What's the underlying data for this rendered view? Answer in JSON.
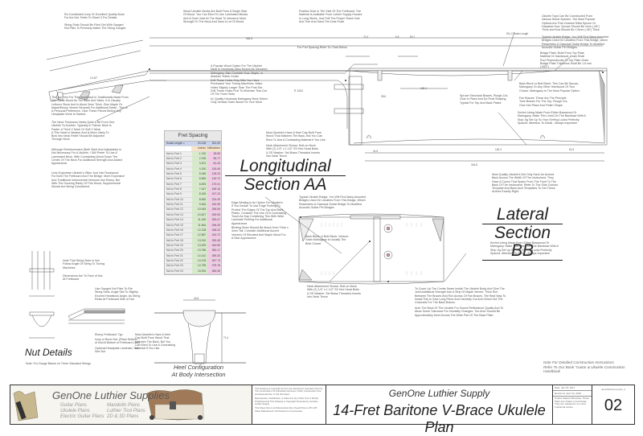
{
  "sections": {
    "longitudinal": {
      "line1": "Longitudinal",
      "line2": "Section AA"
    },
    "lateral": {
      "line1": "Lateral",
      "line2": "Section BB"
    },
    "nut": {
      "title": "Nut Details",
      "note": "Note: For Gauge Based on Three Standard Strings"
    },
    "heel": {
      "line1": "Heel Configuration",
      "line2": "At Body Intersection"
    }
  },
  "fret_table": {
    "title": "Fret Spacing",
    "scale_label": "Scale Length =",
    "scale_in": "20.125",
    "scale_mm": "511.20",
    "units_in": "Inches",
    "units_mm": "Millimeters",
    "rows": [
      {
        "label": "Nut to Fret 1",
        "in": "1.130",
        "mm": "28.69"
      },
      {
        "label": "Nut to Fret 2",
        "in": "2.196",
        "mm": "55.77"
      },
      {
        "label": "Nut to Fret 3",
        "in": "3.201",
        "mm": "81.33"
      },
      {
        "label": "Nut to Fret 4",
        "in": "4.150",
        "mm": "105.45"
      },
      {
        "label": "Nut to Fret 5",
        "in": "5.048",
        "mm": "128.23"
      },
      {
        "label": "Nut to Fret 6",
        "in": "5.890",
        "mm": "149.72"
      },
      {
        "label": "Nut to Fret 7",
        "in": "6.693",
        "mm": "170.01"
      },
      {
        "label": "Nut to Fret 8",
        "in": "7.447",
        "mm": "189.16"
      },
      {
        "label": "Nut to Fret 9",
        "in": "8.159",
        "mm": "207.23"
      },
      {
        "label": "Nut to Fret 10",
        "in": "8.830",
        "mm": "224.29"
      },
      {
        "label": "Nut to Fret 11",
        "in": "9.464",
        "mm": "240.39"
      },
      {
        "label": "Nut to Fret 12",
        "in": "10.063",
        "mm": "255.59"
      },
      {
        "label": "Nut to Fret 13",
        "in": "10.627",
        "mm": "269.93"
      },
      {
        "label": "Nut to Fret 14",
        "in": "11.160",
        "mm": "283.47"
      },
      {
        "label": "Nut to Fret 15",
        "in": "11.664",
        "mm": "296.25"
      },
      {
        "label": "Nut to Fret 16",
        "in": "12.138",
        "mm": "308.32"
      },
      {
        "label": "Nut to Fret 17",
        "in": "12.587",
        "mm": "319.72"
      },
      {
        "label": "Nut to Fret 18",
        "in": "13.010",
        "mm": "330.45"
      },
      {
        "label": "Nut to Fret 19",
        "in": "13.409",
        "mm": "340.59"
      },
      {
        "label": "Nut to Fret 20",
        "in": "13.786",
        "mm": "350.17"
      },
      {
        "label": "Nut to Fret 21",
        "in": "14.142",
        "mm": "359.20"
      },
      {
        "label": "Nut to Fret 22",
        "in": "14.478",
        "mm": "367.73"
      },
      {
        "label": "Nut to Fret 23",
        "in": "14.795",
        "mm": "375.78"
      },
      {
        "label": "Nut to Fret 24",
        "in": "15.094",
        "mm": "383.39"
      }
    ]
  },
  "notes": {
    "nut_bone": "Re-Constituted Ivory Or Excellent Quality Bone\nFor the Nut. Refer To Sheet 3 For Details",
    "string_slots": "String Slots Should Be Filed Out With Gauged\nNut Files To Precisely Match The String Gauges",
    "wood_neck": "Wood Ukulele Necks Are Built From A Single Slab\nOf Wood. You Can Elect To Use Laminated Blocks\nAnd A Scarf Joint At The Head To Introduce More\nStrength To The Neck And Save A Lot Of Wood",
    "position_dots": "Position Dots In The Side Of The Fretboard. The\nMaterial Is Available From Luthier Supply Houses\nIn Long Sticks. Just Drill The Proper Sized Hole\nAnd Trim And Sand The Dots Flush",
    "fret_chart": "For Fret Spacing Refer To Chart Below",
    "top_species": "Ukulele Tops Can Be Constructed From\nVarious Wood Species. The Most Popular\nOptions Are Fine-Grained Sitka Spruce Or\nHawaiian Koa. Spruce Should Be 2mm (.08\")\nThick and Koa Should Be 1.5mm (.06\") Thick",
    "bridge": "Typical Ukulele Bridge. You Will Find Many Assorted\nBridges Used On Ukuleles From This Bridge, which\nResembles A Classical Guitar Bridge To Modified\nAcoustic Guitar Pin Bridges.",
    "bridge_plate": "Bridge Plate: Build From Top Plate\nMaterial Or Hardwood. Grain Shall\nRun Perpendicular To Top Plate Grain.\nBridge Plate Thickness Shall Be 1.6 mm\n(.063\")",
    "back_block": "Back Block or Butt Block: This Can Be Spruce,\nMahogany Or Any Other Hardwood Of Your\nChoice. Mahogany Is The Most Popular Option.",
    "fan_braces": "Fan Braces: These Are The Principle\nTone Braces For The Top. Rough Cut,\nGlue Into Place And Finish Shape.",
    "kerfed_lining": "Kerfed Lining Made From Either Basswood Or\nMahogany. Make This Lined On The Bandsaw With A\nStop Jig Set Up So Your Kerfing Looks Perfectly\nSpaced. Attention To Detail - Always Important",
    "sprucie": "Spruce Structural Braces, Rough-Cut,\nGlue In Place And Do Final Shaping.\nTypical For Top And Back Plates",
    "mahogany_neck": "A Popular Wood Option For The Ukulele\nNeck Is Honduras (Also Known As Genuine)\nMahogany. Also Consider Koa, Maple, or\nAlaskan Yellow Cedar",
    "drill_holes": "Drill These Holes Only After You Have\nPurchased Your Tuning Machines. Make\nHoles Slightly Larger Than The Post Dia.\nDrill These Holes First To Minimize Tear-Out\nOf The Tuner Slots",
    "quality_wood": "#1 Quality Honduras Mahogany Neck Select\nOnly Vertical Grain Wood For Your Neck",
    "heel_cap": "Most Ukulele's Have A Heel Cap Built From\nWood That Matches The Back, But You Can\nElect To Use A Contrasting Material If You Like",
    "neck_attach": "Neck Attachment Shown: Bolt-on Neck\nWith (2) 1/4\" x 1-1/2\" SS Hex Head Bolts\n& SS Washer. Set Brass Threaded Inserts\nInto Neck Tenon",
    "head_trim": "The Top Trim For The Headstock Is Traditionally Made From\nThe Same Wood As The Back And Sides. It Is Usually\nLeftover Stock And Is About 3mm Thick. Glue Maple Or\nMaple/Ebony Veneer Beneath For Additional Detail - This Is\nA Personal Preference. Glue These Pieces Before Any\nHeadplate Work Is Started.",
    "neck_thickness": "The Neck Thickness Varies Quite A Bit From One\nUkulele To Another. Typically A Thinner Neck Is\nFaster. A Thick V Neck Or Soft V Neck\nA Thin Neck Is Weaker And Is More Likely To\nBow Into Neck Relief Should Be Adjusted\nThrough Neck.",
    "reinforce": "Although Reinforcement (Both Steel And Adjustable) is\nNot Necessary For A Ukulele, I Still Prefer To Use A\nLaminated Neck, With Contrasting Wood Down The\nCenter Of The Neck For Additional Strength And Added\nAppearance",
    "less_expensive": "Less Expensive Ukulele's Often Just Use Rosewood\nFor Both The Fretboard And The Bridge. More Expensive\nAnd Traditional Instrumental Versions Use Ebony. But\nWith The Growing Rarity Of This Wood, Supplemental\nWoods Are Being Considered.",
    "binding": "Edge Binding Is An Option For Ukulele's\nIf You Decide To Use Edge Purfling To\nProtect The Edges Of The Top And Back\nPlates. Consider The Use Of A Contrasting\nTouch As Kap Combining This With Wide\nLaminate Purfling For Additional\nAppearance",
    "binding2": "Binding Sizes Should Be About 2mm Thick x\n4mm Tall. Consider Additional Accent\nVeneers Of Elevated And Maple Wood For\nA Nice Appearance",
    "back_block_lat": "Back Block or Butt Block: Venture\nGrain Mahogany Is Usually The\nBest Choice",
    "neck_attach2": "Neck Attachment Shown: Bolt-on Neck\nWith (2) 1/4\" x 1-1/2\" SS Hex Head Bolts\n& SS Washer. Set Brass Threaded Inserts\nInto Neck Tenon",
    "cover_up": "To Cover Up The Center Seam Inside The Ukulele Body And Give The\nJoint Additional Strength Use A Strip Of Maple Veneer. Thick Run\nBetween The Braces And Run Across Of Fan Braces. The Best Way To\nInstall This Is Glue Long Piece And Carefully Cut And Chisel Out The\nChannels For The Back Braces.",
    "arch_back": "Arch The Back Of The Ukulele For Sound Reflectance Quality And To\nAllow Some Tolerance For Humidity Changes. The Arch Should Be\nApproximately 5mm Across The Wide Part Of The Back Plate",
    "quality_arched": "Most Quality Ukulele's Not Only Have An Arched\nBack Across The Width Of The Instrument. They\nHave A Crown That Spans From The Front To The\nBack Of The Instrument. Refer To The Side Contour\nTemplate And Back Arch Templates To Get These\nArches Exactly Right.",
    "typical_bridge2": "Typical Ukulele Bridge. You Will Find Many Assorted\nBridges Used On Ukuleles From This Bridge, Which\nResembles A Classical Guitar Bridge To Modified\nAcoustic Guitar Pin Bridges",
    "strings_slots_note": "Note That String Slots In Nut\nFollow Angle Of String To Tuning\nMachines.",
    "dimensions_note": "Dimensions Are To Face of Nut\nAt Fretboard",
    "use_gauged": "Use Gauged Nut Files To File\nString Slots. Angle Slot To Slightly\nExceed Headstock Angle, As String\nRests At Fretboard Side of Nut",
    "ebony_fretboard": "Ebony Fretboard, Typ.",
    "ivory_bone": "Ivory or Bone Nut. (Place Bottom\nof Nut At Bottom of Fretboard Line)",
    "optional_headplate": "Optional Headplate Laminate, Not\nSee Nut",
    "heel_cap2": "Most Ukulele's Have A Heel\nCap Built From Wood That\nMatches The Back, But You\nCan Elect To Use A Contrasting\nMaterial If You Like",
    "book_note": "Note For Detailed Construction Instructions\nRefer To Our Book \"Guitar & Ukulele Construction\nHandbook"
  },
  "dimensions": {
    "scale": "511.2\nScale Length",
    "d1": "565.8",
    "d2": "71.0",
    "d3": "6.5",
    "d4": "50.1",
    "d5": "180.4",
    "d6": "35.6",
    "d7": "100.2",
    "d8": "41.5",
    "d9": "84.4",
    "d10": "120.2",
    "d11": "126.3",
    "d12": "61.5",
    "d13": "304.8",
    "angle": "12.40°",
    "radius": "R 126.0",
    "heel_w": "44.5",
    "heel_h": "71.4"
  },
  "title_block": {
    "brand": "GenOne Luthier Supplies",
    "links_col1": [
      "Guitar Plans",
      "Ukulele Plans",
      "Electric Guitar Plans"
    ],
    "links_col2": [
      "Mandolin Plans",
      "Luthier Tool Plans",
      "2D & 3D Plans"
    ],
    "legal": [
      "This Drawing Is Copyright And Its Use Restricted, Intended Only For The Construction Of Individual Instrument. Other Construction Use and Reproduction Is Not Permitted.",
      "Reproduction, Distribution or Sales For Any Other Use is Strictly Prohibited And This Drawing Is Copyright Protected by GenOne Luthier Supply.",
      "This Sheet Size Is Architectural E-Size Overall Size is 36\"x 48\". Sheet Maintained In All Scales For Construction."
    ],
    "company": "GenOne Luthier Supply",
    "plan_title": "14-Fret Baritone V-Brace Ukulele Plan",
    "date": "Date: Jan 15, 2017",
    "revision": "Revisions: April 13, 2020",
    "units_note": "Unless Stated Otherwise, These Plans Are Drawn In Full Scale. They Are Labeled In mm And Fractional Inches",
    "file_name": "uke14fbaritonexplan_2",
    "sheet_number": "02"
  }
}
